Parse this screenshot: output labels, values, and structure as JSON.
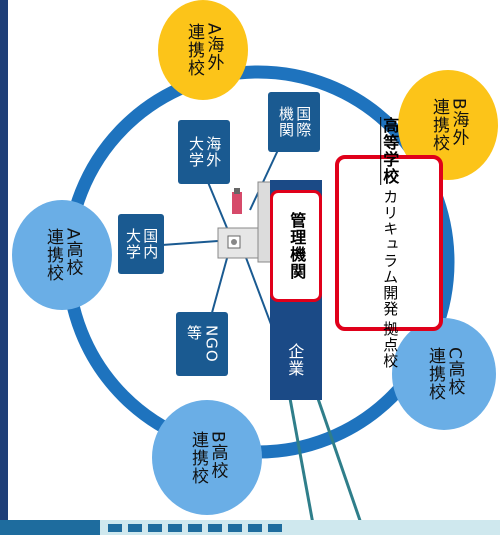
{
  "nodes": {
    "a_overseas": "A海外\n連携校",
    "b_overseas": "B海外\n連携校",
    "a_high": "A高校\n連携校",
    "b_high": "B高校\n連携校",
    "c_high": "C高校\n連携校"
  },
  "boxes": {
    "overseas_univ": "海外\n大学",
    "intl_org": "国際\n機関",
    "domestic_univ": "国内\n大学",
    "ngo": "NGO\n等",
    "company": "企業",
    "management": "管理機関"
  },
  "high_school": {
    "title": "高等学校",
    "line2": "カリキュラム開発",
    "line3": "拠点校"
  },
  "colors": {
    "ring": "#1e73be",
    "overseas_node": "#fcc419",
    "partner_node": "#6aaee6",
    "box": "#1a5a91",
    "highlight_border": "#e0001a"
  }
}
